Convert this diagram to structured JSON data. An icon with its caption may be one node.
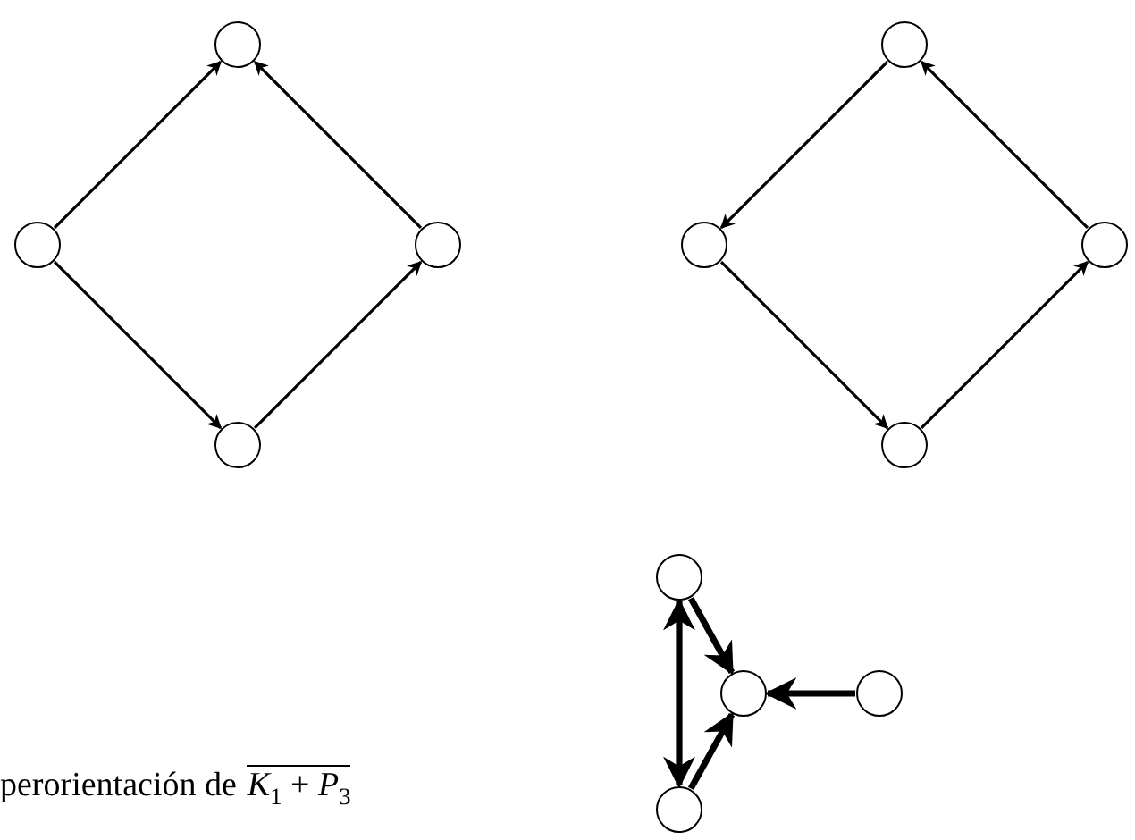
{
  "diagram": {
    "nodes": [
      {
        "text": [],
        "shape": "circle"
      },
      {
        "text": [],
        "shape": "circle"
      },
      {
        "text": [],
        "shape": "circle"
      },
      {
        "text": [],
        "shape": "circle"
      },
      {
        "text": [],
        "shape": "circle"
      },
      {
        "text": [],
        "shape": "circle"
      },
      {
        "text": [],
        "shape": "circle"
      },
      {
        "text": [],
        "shape": "circle"
      },
      {
        "text": [],
        "shape": "circle"
      },
      {
        "text": [],
        "shape": "circle"
      },
      {
        "text": [],
        "shape": "circle"
      },
      {
        "text": [],
        "shape": "circle"
      }
    ],
    "edges": [
      {
        "from": 2,
        "to": 0,
        "arrow": "to"
      },
      {
        "from": 2,
        "to": 6,
        "arrow": "to"
      },
      {
        "from": 6,
        "to": 3,
        "arrow": "to"
      },
      {
        "from": 3,
        "to": 0,
        "arrow": "to"
      },
      {
        "from": 1,
        "to": 4,
        "arrow": "to"
      },
      {
        "from": 4,
        "to": 7,
        "arrow": "to"
      },
      {
        "from": 7,
        "to": 5,
        "arrow": "to"
      },
      {
        "from": 5,
        "to": 1,
        "arrow": "to"
      },
      {
        "from": 8,
        "to": 11,
        "arrow": "both",
        "style": "thick"
      },
      {
        "from": 8,
        "to": 9,
        "arrow": "to",
        "style": "thick"
      },
      {
        "from": 11,
        "to": 9,
        "arrow": "to",
        "style": "thick"
      },
      {
        "from": 10,
        "to": 9,
        "arrow": "to",
        "style": "thick"
      }
    ],
    "labels": [
      "perorientación de",
      "*K*$_{1}$ + *P*$_{3}$"
    ]
  }
}
